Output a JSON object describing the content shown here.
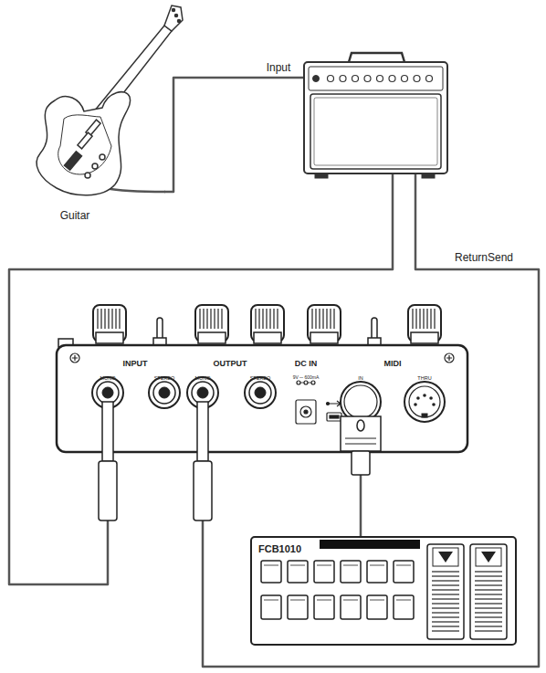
{
  "diagram": {
    "nodes": [
      {
        "text": [
          "Guitar"
        ]
      },
      {
        "text": [
          "Input"
        ]
      },
      {
        "text": [
          "INPUT",
          "MONO",
          "STEREO",
          "OUTPUT",
          "MONO",
          "STEREO",
          "DC IN",
          "9V ⎓ 600mA",
          "MIDI",
          "IN",
          "THRU"
        ]
      },
      {
        "text": [
          "FCB1010"
        ]
      }
    ],
    "edges": [
      {
        "from": 0,
        "to": 1,
        "arrow": "none"
      },
      {
        "from": 1,
        "to": 2,
        "arrow": "none"
      },
      {
        "from": 2,
        "to": 1,
        "arrow": "none"
      },
      {
        "from": 2,
        "to": 3,
        "arrow": "none"
      }
    ],
    "labels": [
      "ReturnSend"
    ]
  }
}
